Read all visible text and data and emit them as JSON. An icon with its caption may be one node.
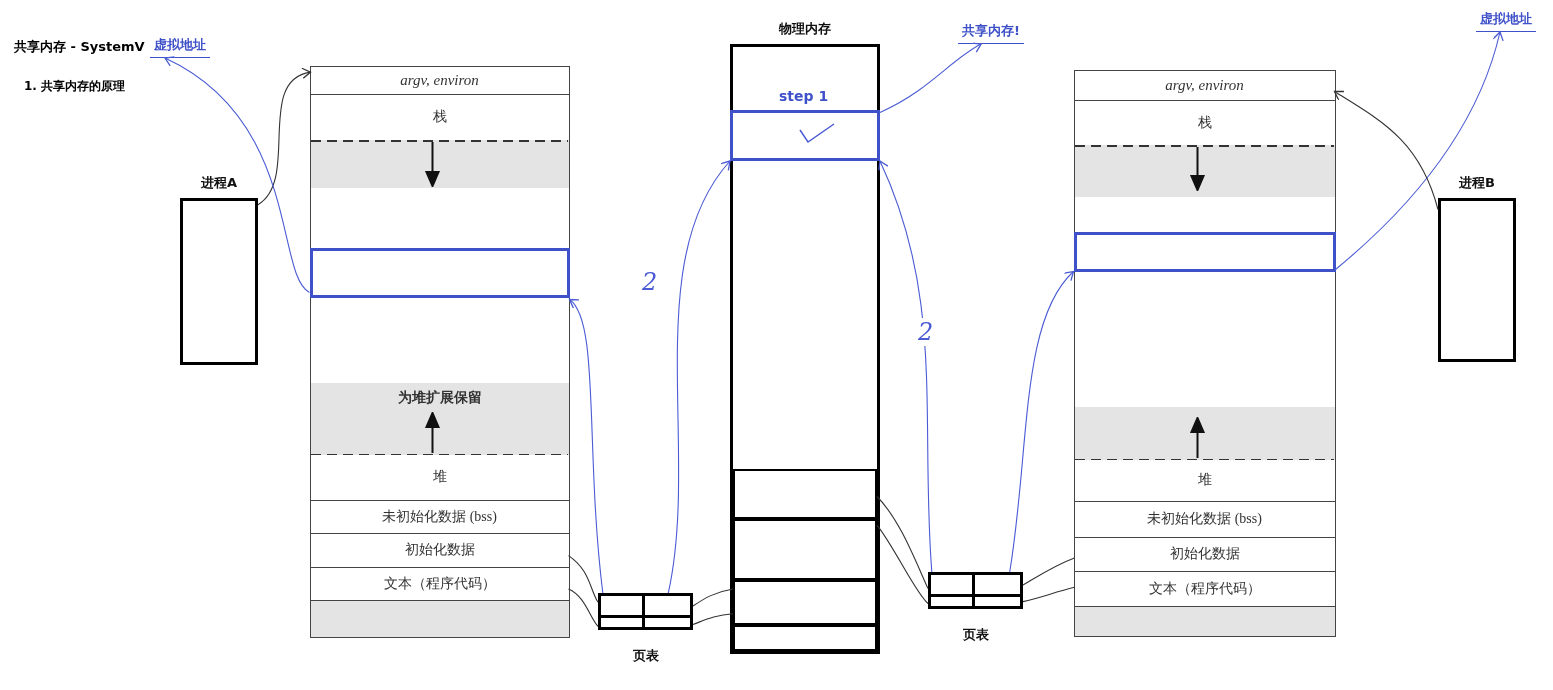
{
  "diagram": {
    "nodes": [
      {
        "text": [
          "进程A"
        ]
      },
      {
        "text": [],
        "shape": "box"
      },
      {
        "text": [
          "argv, environ"
        ],
        "in": 1
      },
      {
        "text": [
          "栈"
        ],
        "in": 1
      },
      {
        "text": [],
        "shape": "box",
        "in": 1
      },
      {
        "text": [
          "为堆扩展保留"
        ],
        "in": 1
      },
      {
        "text": [
          "堆"
        ],
        "in": 1
      },
      {
        "text": [
          "未初始化数据 (bss)"
        ],
        "in": 1
      },
      {
        "text": [
          "初始化数据"
        ],
        "in": 1
      },
      {
        "text": [
          "文本（程序代码）"
        ],
        "in": 1
      },
      {
        "text": [
          "页表"
        ]
      },
      {
        "text": [
          "物理内存"
        ]
      },
      {
        "text": [
          "step 1"
        ],
        "in": 11
      },
      {
        "text": [],
        "shape": "box",
        "in": 11
      },
      {
        "text": [],
        "shape": "box",
        "in": 11
      },
      {
        "text": [],
        "shape": "box",
        "in": 11
      },
      {
        "text": [],
        "shape": "box",
        "in": 11
      },
      {
        "text": [
          "页表"
        ]
      },
      {
        "text": [],
        "shape": "box"
      },
      {
        "text": [
          "argv, environ"
        ],
        "in": 18
      },
      {
        "text": [
          "栈"
        ],
        "in": 18
      },
      {
        "text": [],
        "shape": "box",
        "in": 18
      },
      {
        "text": [
          "堆"
        ],
        "in": 18
      },
      {
        "text": [
          "未初始化数据 (bss)"
        ],
        "in": 18
      },
      {
        "text": [
          "初始化数据"
        ],
        "in": 18
      },
      {
        "text": [
          "文本（程序代码）"
        ],
        "in": 18
      },
      {
        "text": [
          "进程B"
        ]
      },
      {
        "text": [
          "虚拟地址"
        ]
      },
      {
        "text": [
          "共享内存!"
        ]
      },
      {
        "text": [
          "虚拟地址"
        ]
      }
    ],
    "edges": [
      {
        "from": 0,
        "to": 2,
        "arrow": "to"
      },
      {
        "from": 4,
        "to": 27,
        "arrow": "to",
        "color": "#4a5bd4"
      },
      {
        "from": 10,
        "to": 4,
        "arrow": "to",
        "color": "#4a5bd4"
      },
      {
        "from": 10,
        "to": 12,
        "arrow": "to",
        "color": "#4a5bd4",
        "label": "2"
      },
      {
        "from": 12,
        "to": 28,
        "arrow": "to",
        "color": "#4a5bd4"
      },
      {
        "from": 17,
        "to": 12,
        "arrow": "to",
        "color": "#4a5bd4",
        "label": "2"
      },
      {
        "from": 17,
        "to": 21,
        "arrow": "to",
        "color": "#4a5bd4"
      },
      {
        "from": 21,
        "to": 29,
        "arrow": "to",
        "color": "#4a5bd4"
      },
      {
        "from": 26,
        "to": 19,
        "arrow": "to"
      },
      {
        "from": 8,
        "to": 10,
        "arrow": "none"
      },
      {
        "from": 9,
        "to": 10,
        "arrow": "none"
      },
      {
        "from": 10,
        "to": 15,
        "arrow": "none"
      },
      {
        "from": 10,
        "to": 15,
        "arrow": "none"
      },
      {
        "from": 13,
        "to": 17,
        "arrow": "none"
      },
      {
        "from": 14,
        "to": 17,
        "arrow": "none"
      },
      {
        "from": 17,
        "to": 24,
        "arrow": "none"
      },
      {
        "from": 17,
        "to": 25,
        "arrow": "none"
      }
    ],
    "labels": [
      "共享内存 - SystemV",
      "1. 共享内存的原理"
    ]
  }
}
